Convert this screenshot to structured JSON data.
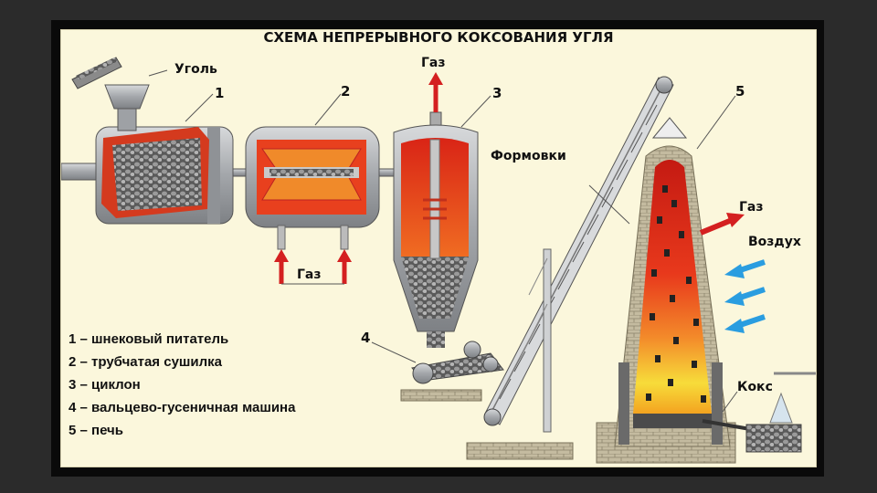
{
  "title": "СХЕМА НЕПРЕРЫВНОГО КОКСОВАНИЯ УГЛЯ",
  "labels": {
    "coal": "Уголь",
    "gas_top": "Газ",
    "gas_bottom": "Газ",
    "forms": "Формовки",
    "gas_furnace": "Газ",
    "air": "Воздух",
    "coke": "Кокс",
    "num1": "1",
    "num2": "2",
    "num3": "3",
    "num4": "4",
    "num5": "5"
  },
  "legend": [
    "1 – шнековый питатель",
    "2 – трубчатая сушилка",
    "3 – циклон",
    "4 – вальцево-гусеничная машина",
    "5 – печь"
  ],
  "colors": {
    "background": "#fbf7dc",
    "metal": "#a9acb0",
    "hot": "#e23a1c",
    "arrow_red": "#d42020",
    "arrow_blue": "#2a9de0",
    "brick": "#b8ad8e"
  },
  "icons": [
    "up-arrow-icon",
    "right-arrow-icon",
    "left-arrow-icon"
  ]
}
